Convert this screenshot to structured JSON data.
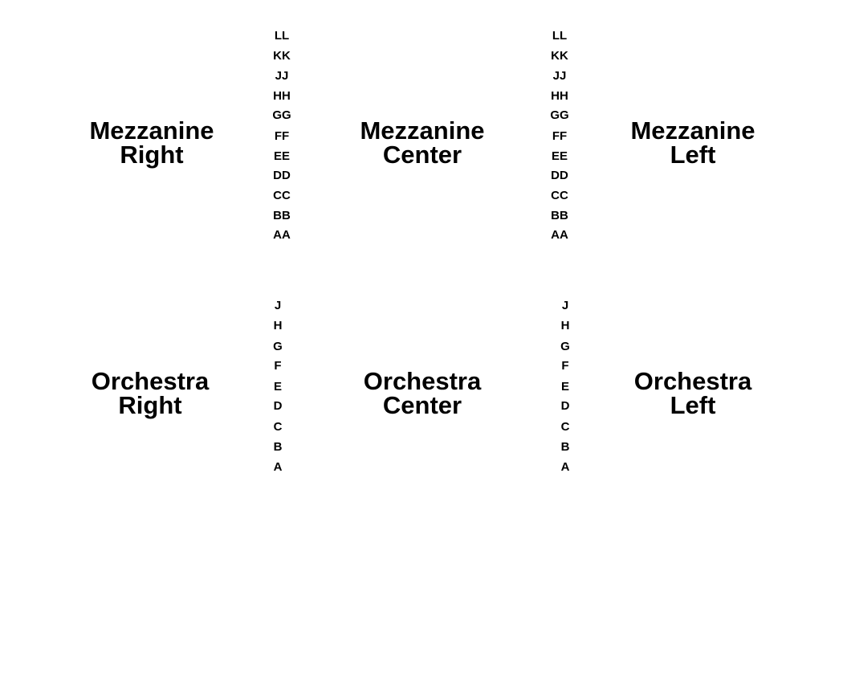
{
  "mezzanine": {
    "right": {
      "line1": "Mezzanine",
      "line2": "Right"
    },
    "center": {
      "line1": "Mezzanine",
      "line2": "Center"
    },
    "left": {
      "line1": "Mezzanine",
      "line2": "Left"
    },
    "rows": [
      "LL",
      "KK",
      "JJ",
      "HH",
      "GG",
      "FF",
      "EE",
      "DD",
      "CC",
      "BB",
      "AA"
    ]
  },
  "orchestra": {
    "right": {
      "line1": "Orchestra",
      "line2": "Right"
    },
    "center": {
      "line1": "Orchestra",
      "line2": "Center"
    },
    "left": {
      "line1": "Orchestra",
      "line2": "Left"
    },
    "rows": [
      "J",
      "H",
      "G",
      "F",
      "E",
      "D",
      "C",
      "B",
      "A"
    ]
  }
}
